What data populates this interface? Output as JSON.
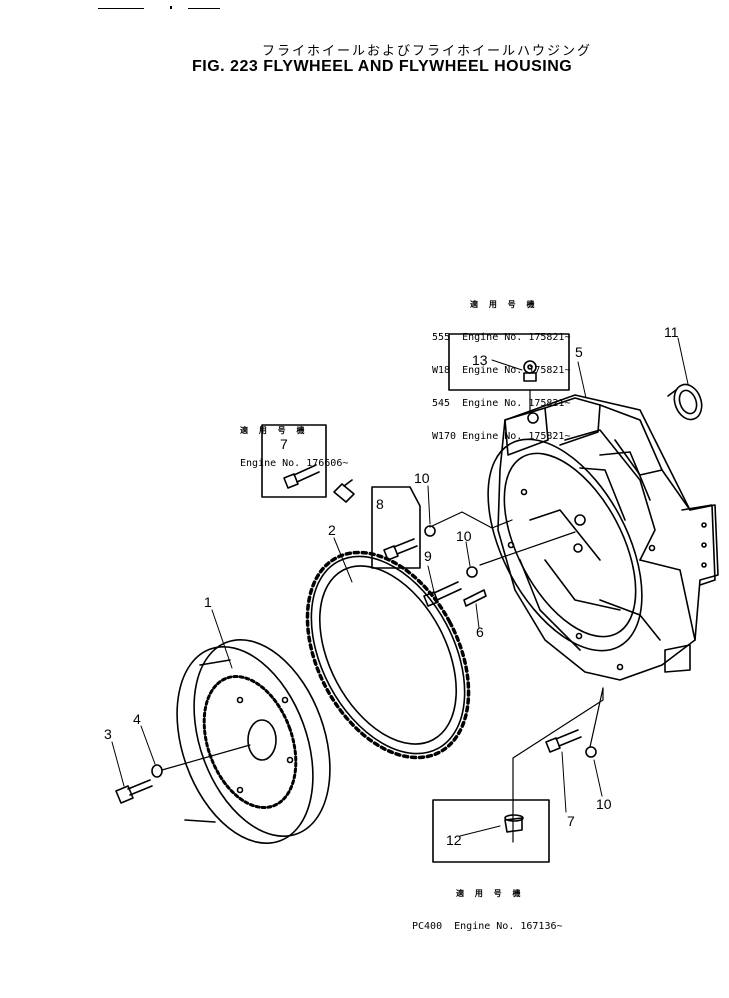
{
  "figure": {
    "title_jp": "フライホイールおよびフライホイールハウジング",
    "title_en": "FIG. 223  FLYWHEEL AND FLYWHEEL HOUSING"
  },
  "notes": {
    "housing_serial": {
      "heading": "適 用 号 機",
      "lines": [
        "555  Engine No. 175821~",
        "W18  Engine No. 175821~",
        "545  Engine No. 175821~",
        "W170 Engine No. 175821~"
      ]
    },
    "bolt_serial": {
      "heading": "適 用 号 機",
      "lines": [
        "Engine No. 176606~"
      ]
    },
    "plug_serial": {
      "heading": "適 用 号 機",
      "lines": [
        "PC400  Engine No. 167136~"
      ]
    }
  },
  "callouts": {
    "c1": "1",
    "c2": "2",
    "c3": "3",
    "c4": "4",
    "c5": "5",
    "c6": "6",
    "c7a": "7",
    "c7b": "7",
    "c8": "8",
    "c9": "9",
    "c10a": "10",
    "c10b": "10",
    "c10c": "10",
    "c11": "11",
    "c12": "12",
    "c13": "13"
  }
}
